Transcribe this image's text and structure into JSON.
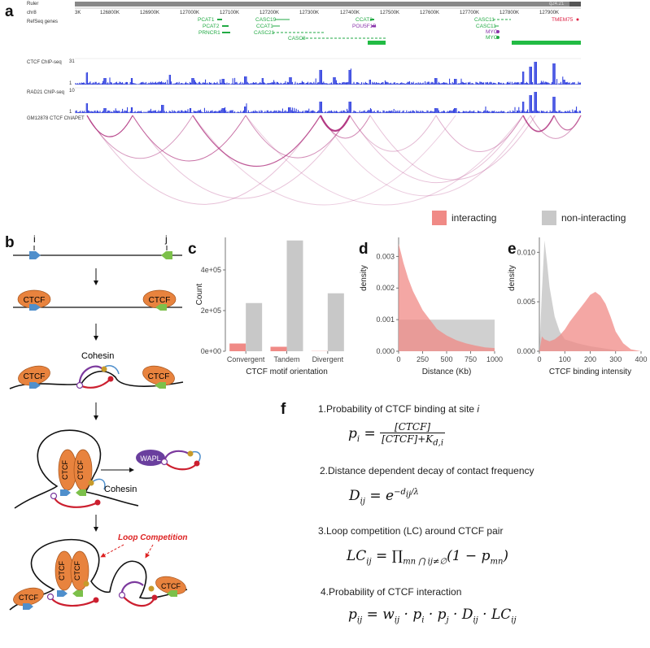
{
  "panels": {
    "a": "a",
    "b": "b",
    "c": "c",
    "d": "d",
    "e": "e",
    "f": "f"
  },
  "browser": {
    "ruler_label": "Ruler",
    "chrom_label": "chr8",
    "band_label": "q24.21",
    "refseq_label": "RefSeq genes",
    "coord_ticks": [
      "3K",
      "126800K",
      "126900K",
      "127000K",
      "127100K",
      "127200K",
      "127300K",
      "127400K",
      "127500K",
      "127600K",
      "127700K",
      "127800K",
      "127900K"
    ],
    "genes_green": [
      "PCAT1",
      "PCAT2",
      "PRNCR1",
      "CASC19",
      "CCAT1",
      "CASC21",
      "CASC8",
      "CCAT2",
      "CASC11",
      "CASC11",
      "MYC",
      "MYC"
    ],
    "genes_purple": [
      "POU5F1B",
      "MYC"
    ],
    "genes_red": [
      "TMEM75"
    ],
    "tracks": [
      {
        "name": "CTCF ChIP-seq",
        "scale_top": "31",
        "scale_bottom": "1"
      },
      {
        "name": "RAD21 ChIP-seq",
        "scale_top": "10",
        "scale_bottom": "1"
      },
      {
        "name": "GM12878 CTCF ChIAPET"
      }
    ],
    "colors": {
      "signal": "#2233dd",
      "gene_green": "#22aa44",
      "gene_purple": "#8833aa",
      "gene_red": "#dd2244",
      "arc": "#b0337f"
    }
  },
  "schematic": {
    "site_i": "i",
    "site_j": "j",
    "ctcf": "CTCF",
    "cohesin": "Cohesin",
    "wapl": "WAPL",
    "loop_competition": "Loop Competition",
    "colors": {
      "ctcf": "#e8833e",
      "motif_blue": "#4f8fcc",
      "motif_green": "#7cc04a",
      "wapl": "#6a3f9e",
      "loop_red": "#cc1f2f",
      "loop_purple": "#7c3a9e",
      "bead": "#c79a2a"
    }
  },
  "legend": {
    "interacting": "interacting",
    "non_interacting": "non-interacting",
    "color_interacting": "#f08a86",
    "color_non": "#c8c8c8"
  },
  "chart_data": [
    {
      "type": "bar",
      "panel": "c",
      "categories": [
        "Convergent",
        "Tandem",
        "Divergent"
      ],
      "series": [
        {
          "name": "interacting",
          "values": [
            38000,
            22000,
            1000
          ]
        },
        {
          "name": "non-interacting",
          "values": [
            237000,
            545000,
            285000
          ]
        }
      ],
      "xlabel": "CTCF motif orientation",
      "ylabel": "Count",
      "yticks": [
        "0e+00",
        "2e+05",
        "4e+05"
      ],
      "ylim": [
        0,
        560000
      ]
    },
    {
      "type": "area",
      "panel": "d",
      "xlabel": "Distance (Kb)",
      "ylabel": "density",
      "xticks": [
        "0",
        "250",
        "500",
        "750",
        "1000"
      ],
      "yticks": [
        "0.000",
        "0.001",
        "0.002",
        "0.003"
      ],
      "xlim": [
        0,
        1000
      ],
      "ylim": [
        0,
        0.0036
      ],
      "series": [
        {
          "name": "interacting",
          "x": [
            0,
            25,
            50,
            100,
            150,
            200,
            250,
            300,
            400,
            500,
            600,
            700,
            800,
            900,
            1000
          ],
          "y": [
            0.0034,
            0.0031,
            0.0028,
            0.0023,
            0.0019,
            0.0016,
            0.0013,
            0.0011,
            0.0007,
            0.0005,
            0.00035,
            0.00025,
            0.00018,
            0.00012,
            0.0001
          ]
        },
        {
          "name": "non-interacting",
          "x": [
            0,
            25,
            50,
            100,
            200,
            300,
            400,
            500,
            600,
            700,
            800,
            900,
            1000
          ],
          "y": [
            0.001,
            0.001,
            0.001,
            0.001,
            0.001,
            0.001,
            0.001,
            0.001,
            0.001,
            0.001,
            0.001,
            0.001,
            0.001
          ]
        }
      ]
    },
    {
      "type": "area",
      "panel": "e",
      "xlabel": "CTCF binding intensity",
      "ylabel": "density",
      "xticks": [
        "0",
        "100",
        "200",
        "300",
        "400"
      ],
      "yticks": [
        "0.000",
        "0.005",
        "0.010"
      ],
      "xlim": [
        0,
        400
      ],
      "ylim": [
        0,
        0.0115
      ],
      "series": [
        {
          "name": "interacting",
          "x": [
            0,
            10,
            20,
            40,
            60,
            80,
            100,
            120,
            150,
            180,
            200,
            220,
            240,
            260,
            280,
            300,
            330,
            360,
            400
          ],
          "y": [
            0,
            0.0015,
            0.0012,
            0.001,
            0.0012,
            0.0016,
            0.0022,
            0.003,
            0.004,
            0.005,
            0.0057,
            0.006,
            0.0056,
            0.0048,
            0.0035,
            0.002,
            0.0008,
            0.0002,
            0
          ]
        },
        {
          "name": "non-interacting",
          "x": [
            0,
            10,
            20,
            30,
            40,
            60,
            80,
            100,
            150,
            200,
            250,
            300,
            350,
            400
          ],
          "y": [
            0,
            0.006,
            0.0112,
            0.009,
            0.0065,
            0.0035,
            0.002,
            0.0012,
            0.0008,
            0.0005,
            0.0003,
            0.0001,
            0,
            0
          ]
        }
      ]
    }
  ],
  "model": {
    "step1": "1.Probability of CTCF binding at site ",
    "step1_i": "i",
    "step2": "2.Distance dependent decay of contact frequency",
    "step3": "3.Loop competition (LC) around CTCF pair",
    "step4": "4.Probability of CTCF interaction"
  }
}
